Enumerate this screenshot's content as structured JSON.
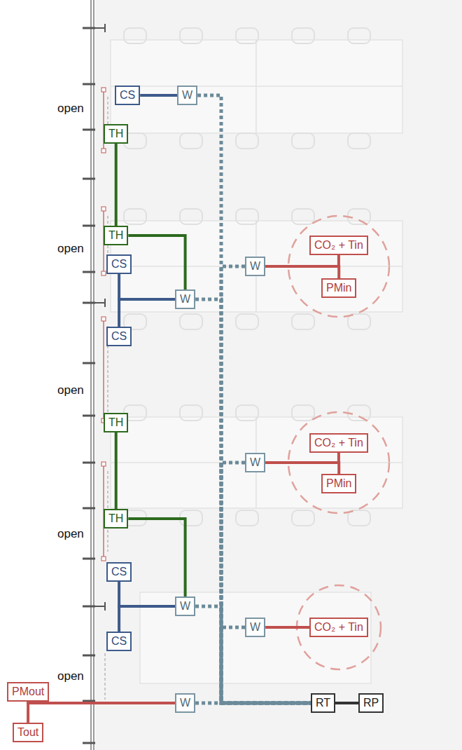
{
  "diagram": {
    "nodes": [
      {
        "text": [
          "CS"
        ]
      },
      {
        "text": [
          "W"
        ]
      },
      {
        "text": [
          "TH"
        ]
      },
      {
        "text": [
          "TH"
        ]
      },
      {
        "text": [
          "W"
        ]
      },
      {
        "text": [
          "CO₂ + Tin"
        ]
      },
      {
        "text": [
          "PMin"
        ]
      },
      {
        "text": [
          "CS"
        ]
      },
      {
        "text": [
          "W"
        ]
      },
      {
        "text": [
          "CS"
        ]
      },
      {
        "text": [
          "TH"
        ]
      },
      {
        "text": [
          "W"
        ]
      },
      {
        "text": [
          "CO₂ + Tin"
        ]
      },
      {
        "text": [
          "PMin"
        ]
      },
      {
        "text": [
          "TH"
        ]
      },
      {
        "text": [
          "CS"
        ]
      },
      {
        "text": [
          "W"
        ]
      },
      {
        "text": [
          "CS"
        ]
      },
      {
        "text": [
          "W"
        ]
      },
      {
        "text": [
          "CO₂ + Tin"
        ]
      },
      {
        "text": [
          "PMout"
        ]
      },
      {
        "text": [
          "Tout"
        ]
      },
      {
        "text": [
          "W"
        ]
      },
      {
        "text": [
          "RT"
        ]
      },
      {
        "text": [
          "RP"
        ]
      }
    ],
    "edges": [
      {
        "from": 0,
        "to": 1,
        "arrow": "none"
      },
      {
        "from": 2,
        "to": 3,
        "arrow": "none"
      },
      {
        "from": 3,
        "to": 8,
        "arrow": "none"
      },
      {
        "from": 7,
        "to": 8,
        "arrow": "none"
      },
      {
        "from": 9,
        "to": 8,
        "arrow": "none"
      },
      {
        "from": 4,
        "to": 5,
        "arrow": "none"
      },
      {
        "from": 4,
        "to": 6,
        "arrow": "none"
      },
      {
        "from": 10,
        "to": 14,
        "arrow": "none"
      },
      {
        "from": 14,
        "to": 16,
        "arrow": "none"
      },
      {
        "from": 15,
        "to": 16,
        "arrow": "none"
      },
      {
        "from": 17,
        "to": 16,
        "arrow": "none"
      },
      {
        "from": 11,
        "to": 12,
        "arrow": "none"
      },
      {
        "from": 11,
        "to": 13,
        "arrow": "none"
      },
      {
        "from": 18,
        "to": 19,
        "arrow": "none"
      },
      {
        "from": 20,
        "to": 22,
        "arrow": "none"
      },
      {
        "from": 21,
        "to": 22,
        "arrow": "none"
      },
      {
        "from": 23,
        "to": 24,
        "arrow": "none"
      },
      {
        "from": 1,
        "to": 23,
        "arrow": "none"
      },
      {
        "from": 8,
        "to": 23,
        "arrow": "none"
      },
      {
        "from": 4,
        "to": 23,
        "arrow": "none"
      },
      {
        "from": 11,
        "to": 23,
        "arrow": "none"
      },
      {
        "from": 16,
        "to": 23,
        "arrow": "none"
      },
      {
        "from": 18,
        "to": 23,
        "arrow": "none"
      },
      {
        "from": 22,
        "to": 23,
        "arrow": "none"
      }
    ],
    "labels": [
      "open",
      "open",
      "open",
      "open",
      "open"
    ]
  }
}
